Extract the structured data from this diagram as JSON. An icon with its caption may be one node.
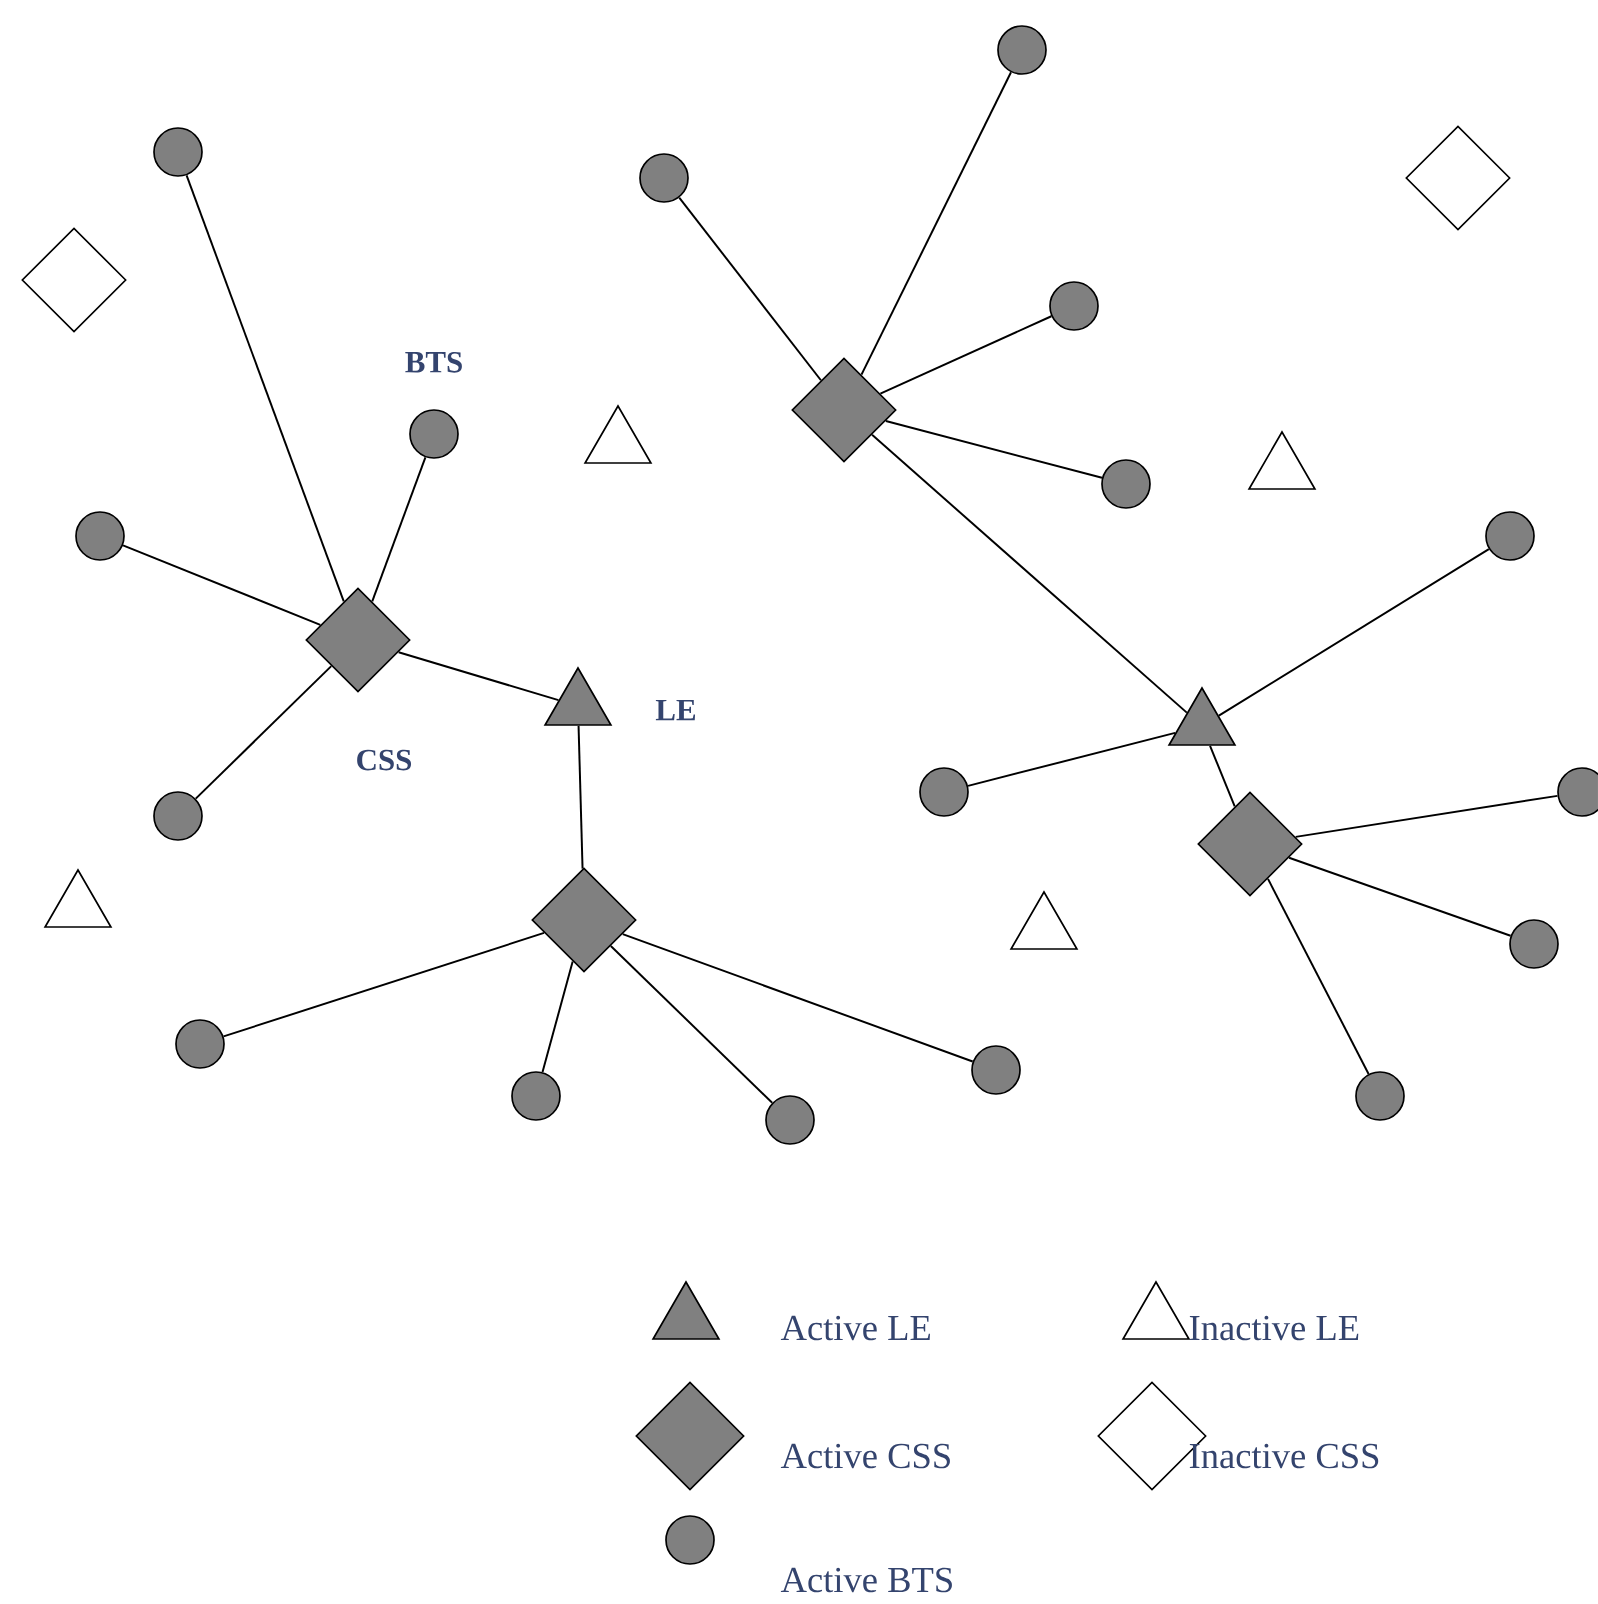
{
  "diagram": {
    "nodes": [
      {
        "text": [],
        "shape": "circle"
      },
      {
        "text": [],
        "shape": "circle"
      },
      {
        "text": [],
        "shape": "circle"
      },
      {
        "text": [],
        "shape": "diamond"
      },
      {
        "text": [],
        "shape": "diamond"
      },
      {
        "text": [],
        "shape": "circle"
      },
      {
        "text": [],
        "shape": "diamond"
      },
      {
        "text": [],
        "shape": "circle",
        "beside": [
          "BTS"
        ]
      },
      {
        "text": [],
        "shape": "triangle"
      },
      {
        "text": [],
        "shape": "triangle"
      },
      {
        "text": [],
        "shape": "circle"
      },
      {
        "text": [],
        "shape": "circle"
      },
      {
        "text": [],
        "shape": "circle"
      },
      {
        "text": [],
        "shape": "diamond",
        "beside": [
          "CSS"
        ]
      },
      {
        "text": [],
        "shape": "triangle",
        "beside": [
          "LE"
        ]
      },
      {
        "text": [],
        "shape": "triangle"
      },
      {
        "text": [],
        "shape": "circle"
      },
      {
        "text": [],
        "shape": "circle"
      },
      {
        "text": [],
        "shape": "circle"
      },
      {
        "text": [],
        "shape": "diamond"
      },
      {
        "text": [],
        "shape": "triangle"
      },
      {
        "text": [],
        "shape": "diamond"
      },
      {
        "text": [],
        "shape": "triangle"
      },
      {
        "text": [],
        "shape": "circle"
      },
      {
        "text": [],
        "shape": "circle"
      },
      {
        "text": [],
        "shape": "circle"
      },
      {
        "text": [],
        "shape": "circle"
      },
      {
        "text": [],
        "shape": "circle"
      },
      {
        "text": [],
        "shape": "circle"
      }
    ],
    "edges": [
      {
        "from": 1,
        "to": 13,
        "arrow": "none"
      },
      {
        "from": 7,
        "to": 13,
        "arrow": "none"
      },
      {
        "from": 11,
        "to": 13,
        "arrow": "none"
      },
      {
        "from": 18,
        "to": 13,
        "arrow": "none"
      },
      {
        "from": 13,
        "to": 14,
        "arrow": "none"
      },
      {
        "from": 14,
        "to": 21,
        "arrow": "none"
      },
      {
        "from": 21,
        "to": 24,
        "arrow": "none"
      },
      {
        "from": 21,
        "to": 26,
        "arrow": "none"
      },
      {
        "from": 21,
        "to": 28,
        "arrow": "none"
      },
      {
        "from": 21,
        "to": 25,
        "arrow": "none"
      },
      {
        "from": 6,
        "to": 0,
        "arrow": "none"
      },
      {
        "from": 6,
        "to": 2,
        "arrow": "none"
      },
      {
        "from": 6,
        "to": 5,
        "arrow": "none"
      },
      {
        "from": 6,
        "to": 10,
        "arrow": "none"
      },
      {
        "from": 6,
        "to": 15,
        "arrow": "none"
      },
      {
        "from": 15,
        "to": 12,
        "arrow": "none"
      },
      {
        "from": 15,
        "to": 16,
        "arrow": "none"
      },
      {
        "from": 15,
        "to": 19,
        "arrow": "none"
      },
      {
        "from": 19,
        "to": 17,
        "arrow": "none"
      },
      {
        "from": 19,
        "to": 23,
        "arrow": "none"
      },
      {
        "from": 19,
        "to": 27,
        "arrow": "none"
      }
    ],
    "legend": [
      {
        "text": "Active LE"
      },
      {
        "text": "Inactive LE"
      },
      {
        "text": "Active CSS"
      },
      {
        "text": "Inactive CSS"
      },
      {
        "text": "Active BTS"
      }
    ]
  }
}
